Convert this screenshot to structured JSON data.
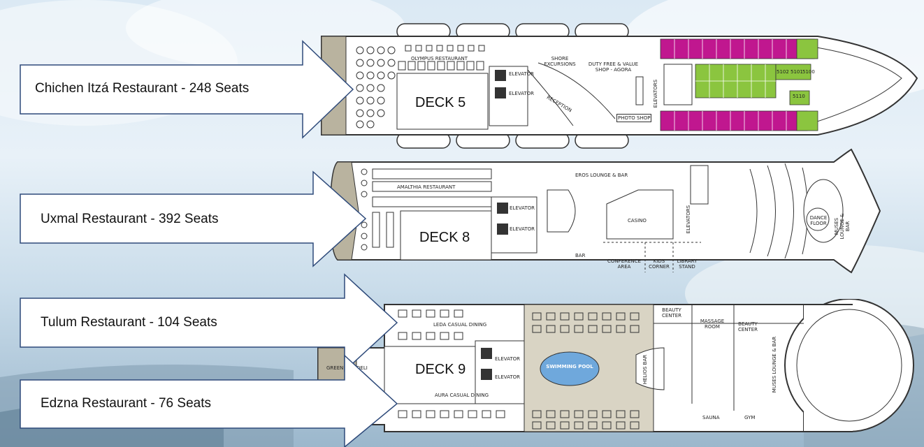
{
  "arrows": [
    {
      "text": "Chichen Itzá Restaurant  - 248 Seats"
    },
    {
      "text": "Uxmal Restaurant  - 392 Seats"
    },
    {
      "text": "Tulum Restaurant  - 104 Seats"
    },
    {
      "text": "Edzna Restaurant  - 76 Seats"
    }
  ],
  "decks": {
    "deck5": {
      "label": "DECK 5",
      "restaurant": "OLYMPUS RESTAURANT",
      "elevator": "ELEVATOR",
      "shore": "SHORE EXCURSIONS",
      "reception": "RECEPTION",
      "dutyfree": "DUTY FREE & VALUE SHOP - AGORA",
      "photo": "PHOTO SHOP",
      "elevators": "ELEVATORS",
      "cabins": [
        "5100",
        "5101",
        "5102",
        "5110"
      ]
    },
    "deck8": {
      "label": "DECK 8",
      "restaurant": "AMALTHIA RESTAURANT",
      "elevator": "ELEVATOR",
      "eros": "EROS LOUNGE & BAR",
      "casino": "CASINO",
      "bar": "BAR",
      "conference": "CONFERENCE AREA",
      "kids": "KIDS CORNER",
      "library": "LIBRARY STAND",
      "elevators": "ELEVATORS",
      "dance": "DANCE FLOOR",
      "muses": "MUSES LOUNGE & BAR"
    },
    "deck9": {
      "label": "DECK 9",
      "leda": "LEDA CASUAL DINING",
      "aura": "AURA CASUAL DINING",
      "elevator": "ELEVATOR",
      "pool": "SWIMMING POOL",
      "helios": "HELIOS BAR",
      "beauty1": "BEAUTY CENTER",
      "massage": "MASSAGE ROOM",
      "beauty2": "BEAUTY CENTER",
      "muses": "MUSES LOUNGE & BAR",
      "sauna": "SAUNA",
      "gym": "GYM",
      "green": "GREEN",
      "deli": "DELI"
    }
  },
  "colors": {
    "magenta": "#c0178f",
    "green": "#8bc53f",
    "pool": "#6fa8dc",
    "deck_fill": "#ffffff",
    "pool_deck": "#d9d4c4"
  }
}
